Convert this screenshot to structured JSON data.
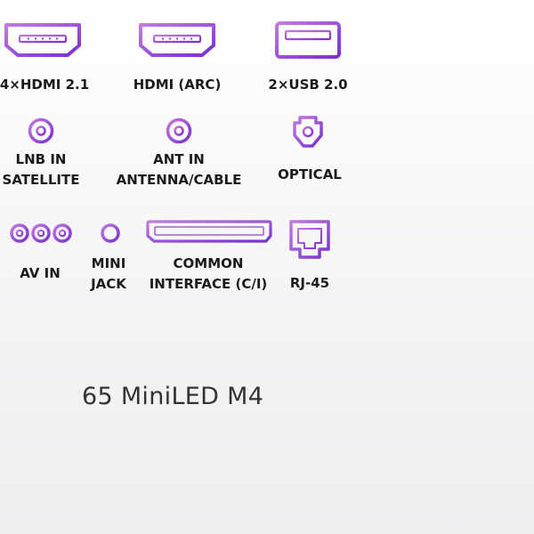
{
  "colors": {
    "accent_start": "#b06ad8",
    "accent_end": "#7a2fd0",
    "text": "#1b1b1b"
  },
  "ports": [
    {
      "id": "hdmi-21",
      "icon": "hdmi-icon",
      "lines": [
        "4×HDMI 2.1"
      ]
    },
    {
      "id": "hdmi-arc",
      "icon": "hdmi-icon",
      "lines": [
        "HDMI (ARC)"
      ]
    },
    {
      "id": "usb",
      "icon": "usb-icon",
      "lines": [
        "2×USB 2.0"
      ]
    },
    {
      "id": "lnb",
      "icon": "coax-icon",
      "lines": [
        "LNB IN",
        "SATELLITE"
      ]
    },
    {
      "id": "ant",
      "icon": "coax-icon",
      "lines": [
        "ANT IN",
        "ANTENNA/CABLE"
      ]
    },
    {
      "id": "optical",
      "icon": "optical-icon",
      "lines": [
        "OPTICAL"
      ]
    },
    {
      "id": "av",
      "icon": "rca-icon",
      "lines": [
        "AV IN"
      ]
    },
    {
      "id": "mini-jack",
      "icon": "mini-jack-icon",
      "lines": [
        "MINI",
        "JACK"
      ]
    },
    {
      "id": "ci",
      "icon": "ci-slot-icon",
      "lines": [
        "COMMON",
        "INTERFACE (C/I)"
      ]
    },
    {
      "id": "rj45",
      "icon": "rj45-icon",
      "lines": [
        "RJ-45"
      ]
    }
  ],
  "model": "65 MiniLED M4"
}
